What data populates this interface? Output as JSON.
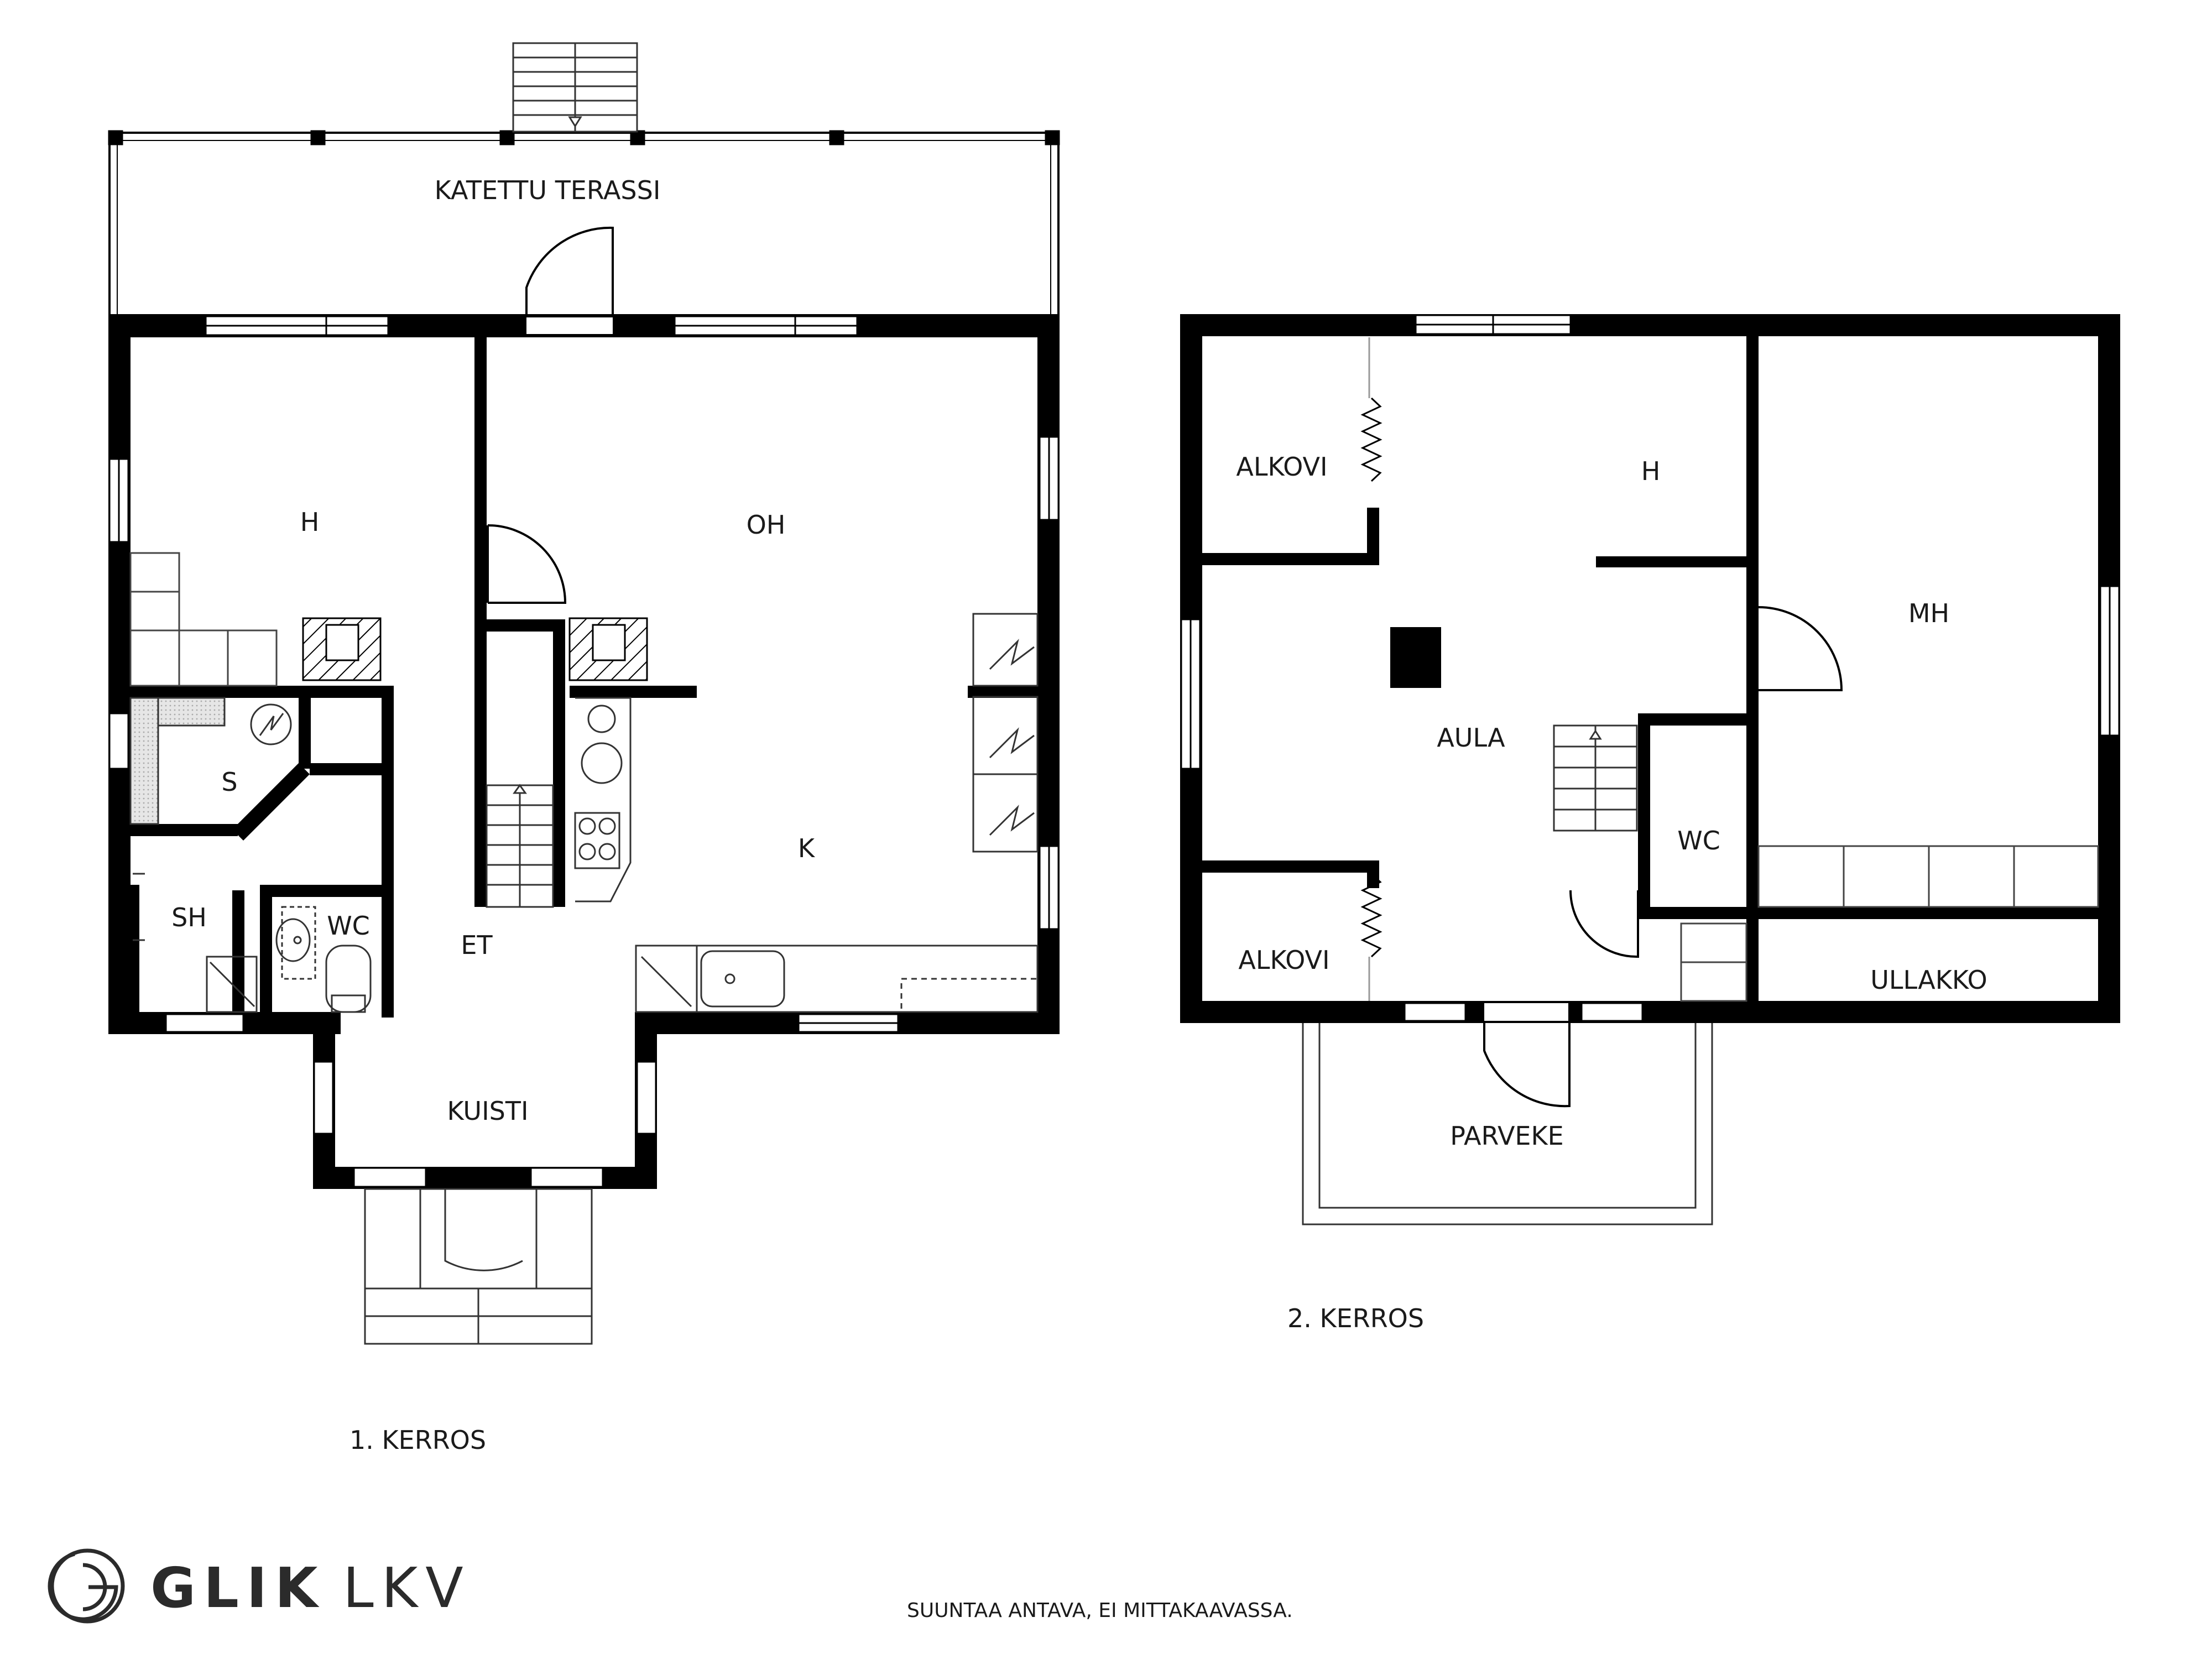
{
  "floor1": {
    "caption": "1. KERROS",
    "rooms": {
      "terrace": "KATETTU TERASSI",
      "bedroom": "H",
      "living": "OH",
      "sauna": "S",
      "bathroom": "SH",
      "wc": "WC",
      "hall": "ET",
      "kitchen": "K",
      "porch": "KUISTI"
    }
  },
  "floor2": {
    "caption": "2. KERROS",
    "rooms": {
      "alcove_top": "ALKOVI",
      "bedroom": "H",
      "lobby": "AULA",
      "master": "MH",
      "wc": "WC",
      "alcove_bottom": "ALKOVI",
      "attic": "ULLAKKO",
      "balcony": "PARVEKE"
    }
  },
  "brand": {
    "name_bold": "GLIK",
    "name_light": "LKV"
  },
  "disclaimer": "SUUNTAA ANTAVA, EI MITTAKAAVASSA.",
  "colors": {
    "wall": "#000000",
    "line": "#333333",
    "hatch": "#cccccc"
  },
  "icons": [
    "stairs-icon",
    "door-swing-icon",
    "window-icon",
    "fireplace-icon",
    "stove-icon",
    "sink-icon",
    "toilet-icon",
    "heater-icon",
    "brand-logo-icon"
  ]
}
